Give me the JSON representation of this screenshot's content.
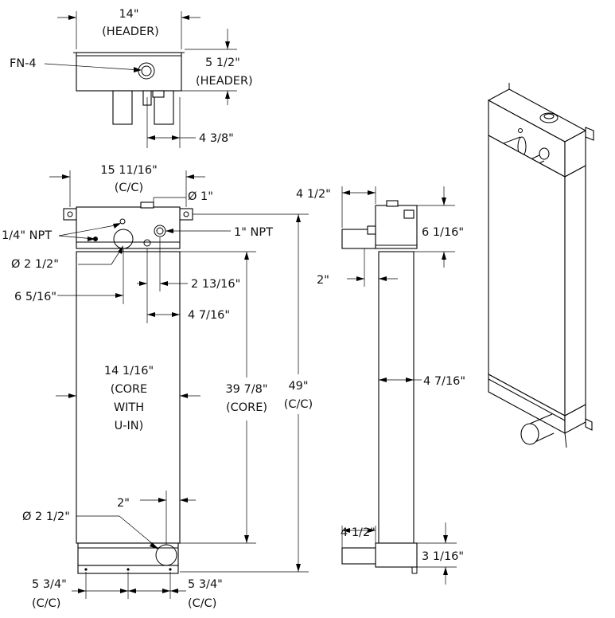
{
  "top_view": {
    "header_width": "14\"",
    "header_width_note": "(HEADER)",
    "header_height": "5 1/2\"",
    "header_height_note": "(HEADER)",
    "fill_neck": "FN-4",
    "outlet_offset": "4 3/8\""
  },
  "front_view": {
    "mount_width": "15 11/16\"",
    "mount_width_note": "(C/C)",
    "cap_diameter": "Ø 1\"",
    "npt_quarter": "1/4\" NPT",
    "npt_one": "1\" NPT",
    "inlet_diameter": "Ø 2 1/2\"",
    "inlet_offset": "6 5/16\"",
    "port_offset_a": "2 13/16\"",
    "port_offset_b": "4 7/16\"",
    "core_width": [
      "14 1/16\"",
      "(CORE",
      "WITH",
      "U-IN)"
    ],
    "core_height": [
      "39 7/8\"",
      "(CORE)"
    ],
    "overall_height": [
      "49\"",
      "(C/C)"
    ],
    "outlet_offset": "2\"",
    "outlet_diameter": "Ø 2 1/2\"",
    "bottom_left": [
      "5 3/4\"",
      "(C/C)"
    ],
    "bottom_right": [
      "5 3/4\"",
      "(C/C)"
    ]
  },
  "side_view": {
    "top_offset": "4 1/2\"",
    "header_height": "6 1/16\"",
    "inlet_offset": "2\"",
    "core_depth": "4 7/16\"",
    "bottom_offset": "4 1/2\"",
    "tank_height": "3 1/16\""
  },
  "iso_view": {
    "label": ""
  }
}
